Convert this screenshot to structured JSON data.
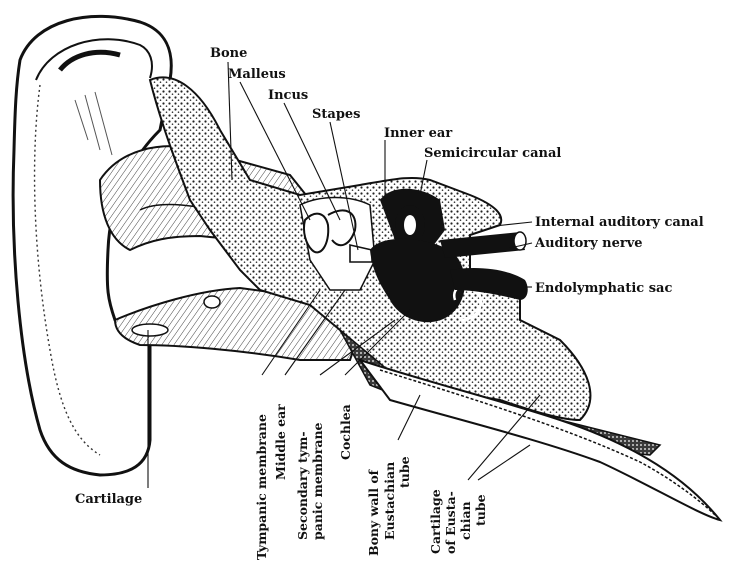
{
  "labels": {
    "bone": "Bone",
    "malleus": "Malleus",
    "incus": "Incus",
    "stapes": "Stapes",
    "inner_ear": "Inner ear",
    "semicircular_canal": "Semicircular canal",
    "internal_auditory_canal": "Internal auditory canal",
    "auditory_nerve": "Auditory nerve",
    "endolymphatic_sac": "Endolymphatic sac",
    "cartilage": "Cartilage",
    "tympanic_membrane": "Tympanic membrane",
    "middle_ear": "Middle ear",
    "secondary_tym_1": "Secondary tym-",
    "secondary_tym_2": "panic membrane",
    "cochlea": "Cochlea",
    "bony_wall_1": "Bony wall of",
    "bony_wall_2": "Eustachian",
    "bony_wall_3": "tube",
    "cart_eust_1": "Cartilage",
    "cart_eust_2": "of Eusta-",
    "cart_eust_3": "chian",
    "cart_eust_4": "tube"
  }
}
